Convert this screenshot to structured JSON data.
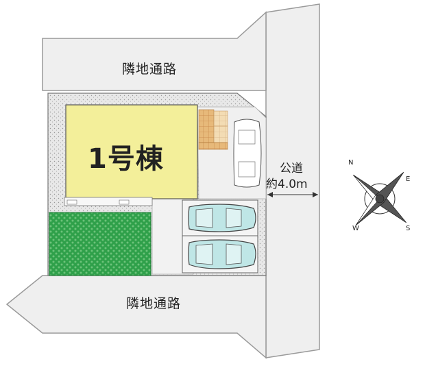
{
  "labels": {
    "road_top": "隣地通路",
    "road_bottom": "隣地通路",
    "building": "1号棟",
    "public_road_name": "公道",
    "public_road_width": "約4.0m"
  },
  "compass": {
    "directions": [
      "N",
      "E",
      "S",
      "W"
    ]
  },
  "colors": {
    "road_fill": "#efefef",
    "road_stroke": "#9a9a9a",
    "building_fill": "#f3ef9a",
    "lawn_fill": "#2fa04a",
    "paving_fill": "#e6e6e6",
    "tile_fill": "#e7b97a",
    "car_fill": "#bfe6e6",
    "dimension_line": "#333333"
  },
  "parking": {
    "space_count": 2
  }
}
